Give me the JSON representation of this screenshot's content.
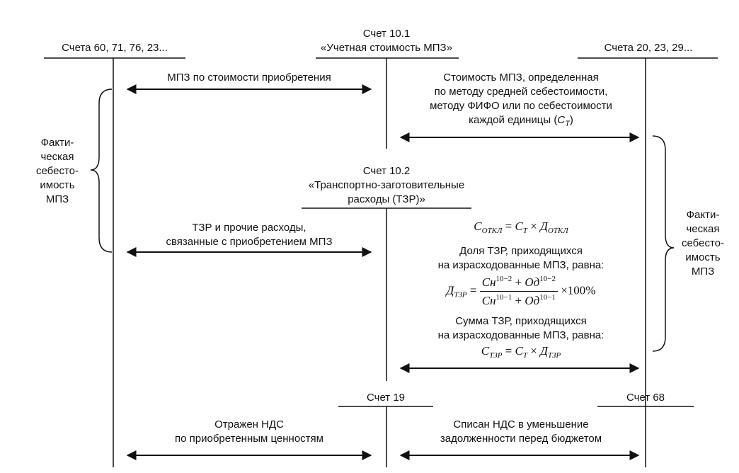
{
  "accounts": {
    "left": "Счета 60, 71, 76, 23...",
    "acc101": [
      "Счет 10.1",
      "«Учетная стоимость МПЗ»"
    ],
    "right": "Счета 20, 23, 29...",
    "acc102": [
      "Счет 10.2",
      "«Транспортно-заготовительные",
      "расходы (ТЗР)»"
    ],
    "acc19": "Счет 19",
    "acc68": "Счет 68"
  },
  "labels": {
    "purchase_cost": "МПЗ по стоимости приобретения",
    "cost_method": [
      "Стоимость МПЗ, определенная",
      "по методу средней себестоимости,",
      "методу ФИФО или по себестоимости",
      "каждой единицы ("
    ],
    "cost_method_symbol": "С",
    "cost_method_sub": "Т",
    "cost_method_close": ")",
    "actual_cost_left": [
      "Факти-",
      "ческая",
      "себесто-",
      "имость",
      "МПЗ"
    ],
    "actual_cost_right": [
      "Факти-",
      "ческая",
      "себесто-",
      "имость",
      "МПЗ"
    ],
    "tzr_expenses": [
      "ТЗР и прочие расходы,",
      "связанные с приобретением МПЗ"
    ],
    "share_text": [
      "Доля ТЗР, приходящихся",
      "на израсходованные МПЗ, равна:"
    ],
    "sum_text": [
      "Сумма ТЗР, приходящихся",
      "на израсходованные МПЗ, равна:"
    ],
    "vat_reflected": [
      "Отражен НДС",
      "по приобретенным ценностям"
    ],
    "vat_written_off": [
      "Списан НДС в уменьшение",
      "задолженности перед бюджетом"
    ]
  },
  "formulas": {
    "f1": {
      "lhs": "С",
      "lhs_sub": "ОТКЛ",
      "eq": " = ",
      "a": "С",
      "a_sub": "Т",
      "times": " × ",
      "b": "Д",
      "b_sub": "ОТКЛ"
    },
    "f2": {
      "lhs": "Д",
      "lhs_sub": "ТЗР",
      "eq": " = ",
      "num_a": "Сн",
      "num_a_sup": "10−2",
      "plus": " + ",
      "num_b": "Од",
      "num_b_sup": "10−2",
      "den_a": "Сн",
      "den_a_sup": "10−1",
      "den_b": "Од",
      "den_b_sup": "10−1",
      "tail": " ×100%"
    },
    "f3": {
      "lhs": "С",
      "lhs_sub": "ТЗР",
      "eq": " = ",
      "a": "С",
      "a_sub": "Т",
      "times": " × ",
      "b": "Д",
      "b_sub": "ТЗР"
    }
  }
}
